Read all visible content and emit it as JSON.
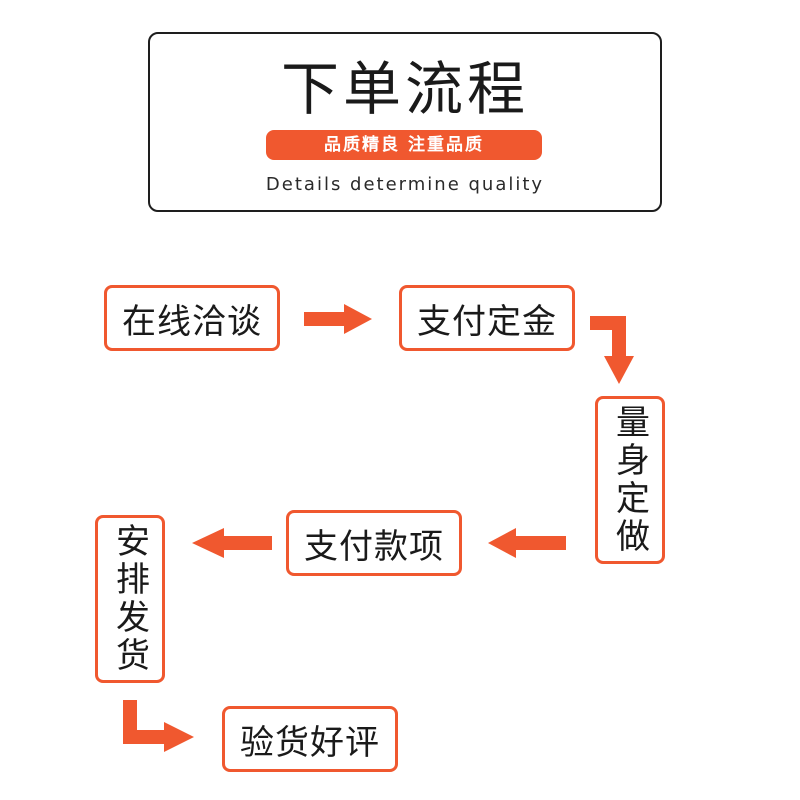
{
  "header": {
    "title": "下单流程",
    "slogan": "品质精良  注重品质",
    "subtitle": "Details determine quality"
  },
  "colors": {
    "accent": "#f0582f",
    "step_border": "#f0582f",
    "frame": "#1e1e1e"
  },
  "steps": [
    {
      "label": "在线洽谈"
    },
    {
      "label": "支付定金"
    },
    {
      "label": "量身定做"
    },
    {
      "label": "支付款项"
    },
    {
      "label": "安排发货"
    },
    {
      "label": "验货好评"
    }
  ]
}
